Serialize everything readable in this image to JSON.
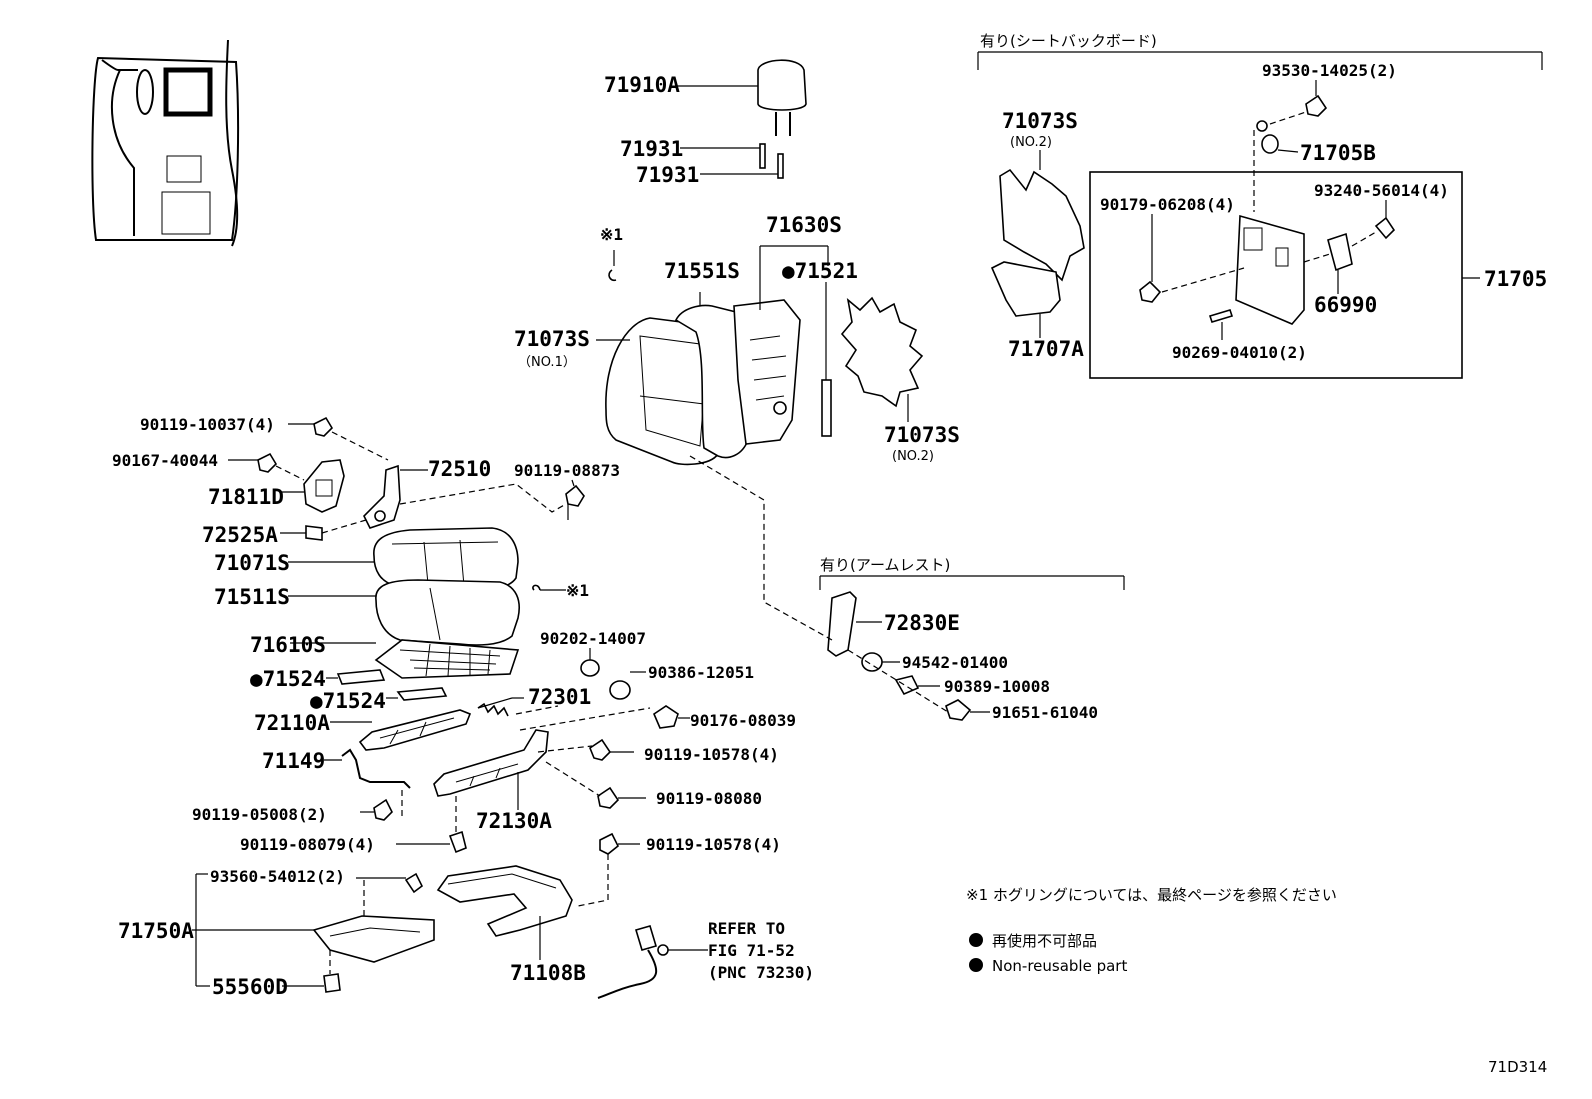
{
  "diagram_id": "71D314",
  "labels": {
    "p71910A": "71910A",
    "p71931a": "71931",
    "p71931b": "71931",
    "p71630S": "71630S",
    "p71551S": "71551S",
    "p71521": "●71521",
    "star1_top": "※1",
    "p71073S_no1": "71073S",
    "no1": "（NO.1）",
    "p71073S_no2_mid": "71073S",
    "no2_mid": "(NO.2)",
    "p90119_10037": "90119-10037(4)",
    "p90167_40044": "90167-40044",
    "p72510": "72510",
    "p71811D": "71811D",
    "p90119_08873": "90119-08873",
    "p72525A": "72525A",
    "p71071S": "71071S",
    "p71511S": "71511S",
    "star1_mid": "※1",
    "p71610S": "71610S",
    "p71524a": "●71524",
    "p71524b": "●71524",
    "p90202_14007": "90202-14007",
    "p90386_12051": "90386-12051",
    "p72301": "72301",
    "p72110A": "72110A",
    "p90176_08039": "90176-08039",
    "p71149": "71149",
    "p90119_10578a": "90119-10578(4)",
    "p90119_08080": "90119-08080",
    "p90119_05008": "90119-05008(2)",
    "p72130A": "72130A",
    "p90119_08079": "90119-08079(4)",
    "p90119_10578b": "90119-10578(4)",
    "p93560_54012": "93560-54012(2)",
    "p71750A": "71750A",
    "p55560D": "55560D",
    "p71108B": "71108B",
    "refer1": "REFER TO",
    "refer2": "FIG 71-52",
    "refer3": "(PNC 73230)",
    "armrest_header": "有り(アームレスト)",
    "p72830E": "72830E",
    "p94542_01400": "94542-01400",
    "p90389_10008": "90389-10008",
    "p91651_61040": "91651-61040",
    "seatback_header": "有り(シートバックボード)",
    "p93530_14025": "93530-14025(2)",
    "p71073S_no2_top": "71073S",
    "no2_top": "(NO.2)",
    "p71705B": "71705B",
    "p90179_06208": "90179-06208(4)",
    "p93240_56014": "93240-56014(4)",
    "p71705": "71705",
    "p66990": "66990",
    "p71707A": "71707A",
    "p90269_04010": "90269-04010(2)"
  },
  "notes": {
    "star_note": "※1 ホグリングについては、最終ページを参照ください",
    "nonreusable_jp": "再使用不可部品",
    "nonreusable_en": "Non-reusable part"
  }
}
